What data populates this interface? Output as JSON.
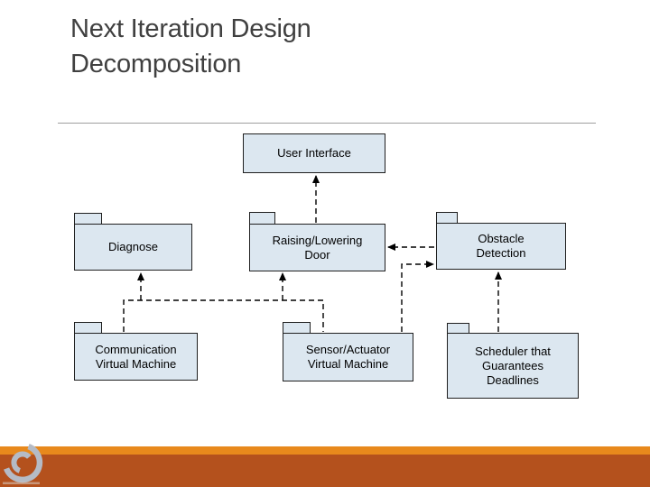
{
  "slide": {
    "title_line1": "Next Iteration Design",
    "title_line2": "Decomposition"
  },
  "diagram": {
    "boxes": [
      {
        "name": "user-interface",
        "shape": "rectangle",
        "lines": [
          "User Interface"
        ]
      },
      {
        "name": "diagnose",
        "shape": "package",
        "lines": [
          "Diagnose"
        ]
      },
      {
        "name": "raising-lowering-door",
        "shape": "package",
        "lines": [
          "Raising/Lowering",
          "Door"
        ]
      },
      {
        "name": "obstacle-detection",
        "shape": "package",
        "lines": [
          "Obstacle",
          "Detection"
        ]
      },
      {
        "name": "communication-virtual-machine",
        "shape": "package",
        "lines": [
          "Communication",
          "Virtual Machine"
        ]
      },
      {
        "name": "sensor-actuator-virtual-machine",
        "shape": "package",
        "lines": [
          "Sensor/Actuator",
          "Virtual Machine"
        ]
      },
      {
        "name": "scheduler",
        "shape": "package",
        "lines": [
          "Scheduler that",
          "Guarantees",
          "Deadlines"
        ]
      }
    ],
    "connectors": [
      {
        "name": "door-to-user-interface",
        "style": "dashed",
        "arrowhead_at": "user-interface",
        "from": "raising-lowering-door"
      },
      {
        "name": "obstacle-to-door",
        "style": "dashed",
        "arrowhead_at": "raising-lowering-door",
        "from": "obstacle-detection"
      },
      {
        "name": "sensor-to-obstacle",
        "style": "dashed",
        "arrowhead_at": "obstacle-detection",
        "from": "sensor-actuator-virtual-machine"
      },
      {
        "name": "scheduler-to-obstacle",
        "style": "dashed",
        "arrowhead_at": "obstacle-detection",
        "from": "scheduler"
      },
      {
        "name": "bus-to-diagnose",
        "style": "dashed",
        "arrowhead_at": "diagnose",
        "from": "communication-virtual-machine + sensor-actuator-virtual-machine"
      },
      {
        "name": "bus-to-door",
        "style": "dashed",
        "arrowhead_at": "raising-lowering-door",
        "from": "communication-virtual-machine + sensor-actuator-virtual-machine"
      }
    ]
  },
  "colors": {
    "title_text": "#404040",
    "box_fill": "#dce7f0",
    "box_border": "#1f1f1f",
    "box_text": "#000000",
    "divider": "#9e9e9e",
    "connector": "#000000",
    "footer_stripe": "#e8891c",
    "footer_band": "#b4511d",
    "logo_gray": "#b5bbc5"
  }
}
